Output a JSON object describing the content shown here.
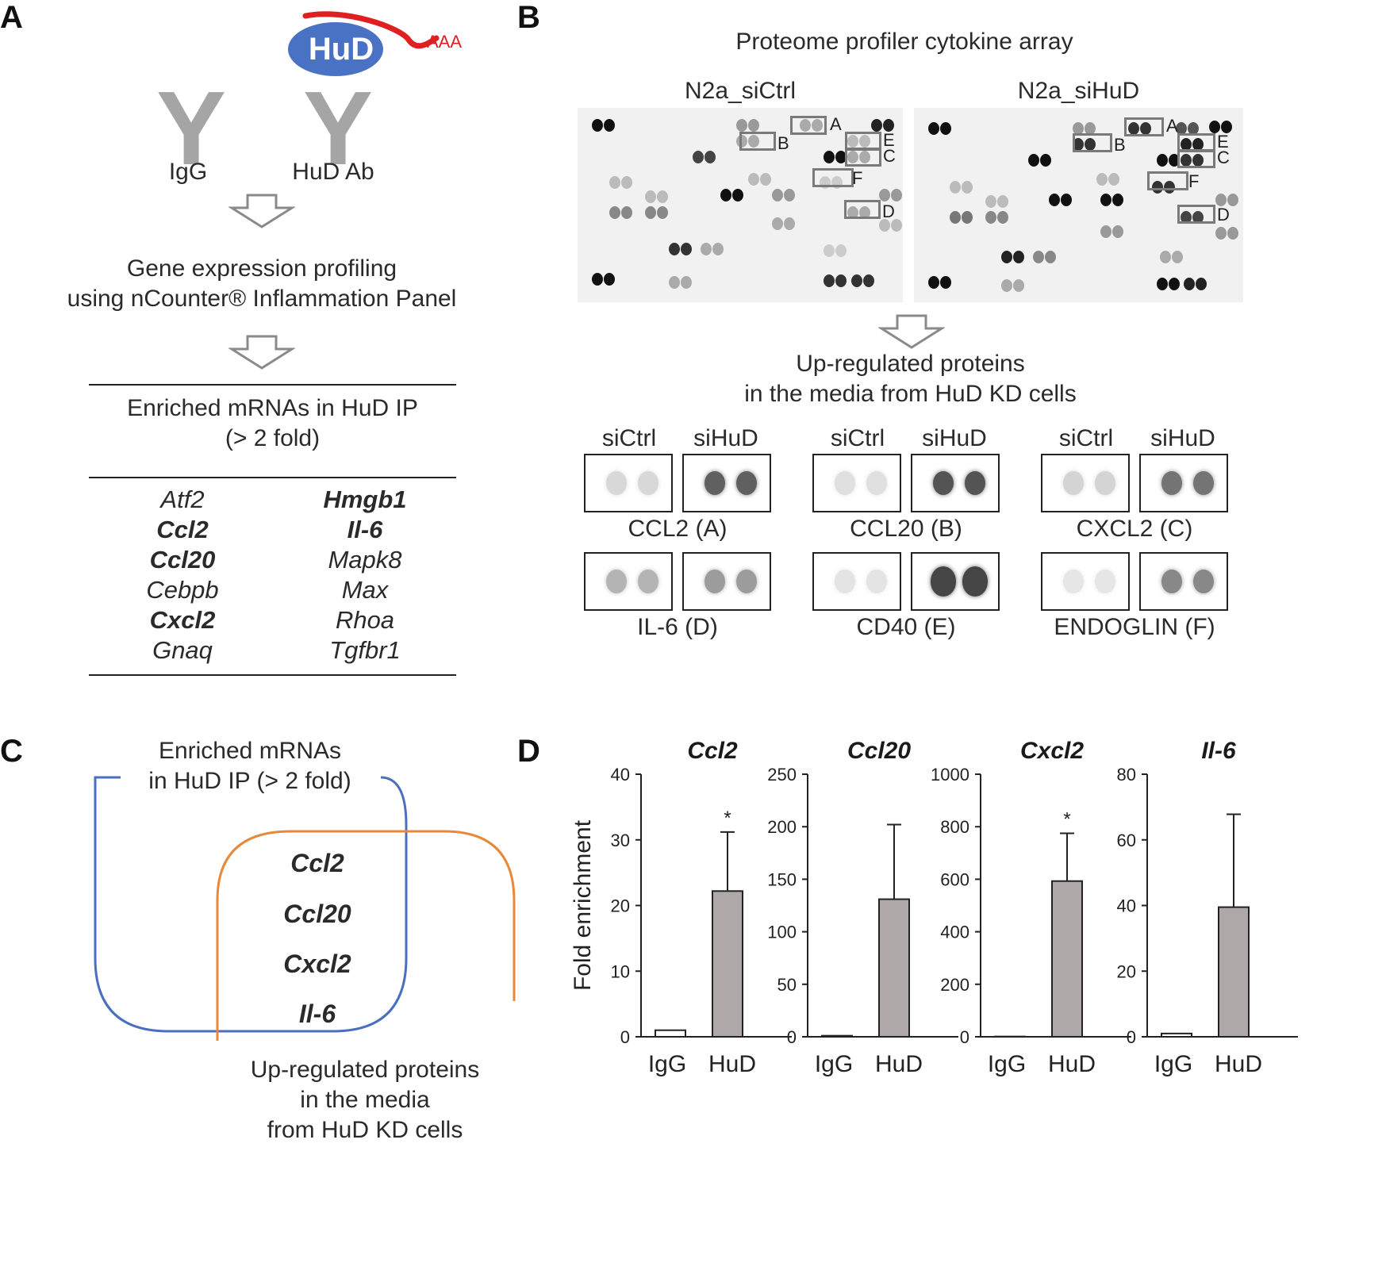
{
  "panel_labels": {
    "a": "A",
    "b": "B",
    "c": "C",
    "d": "D"
  },
  "panel_a": {
    "antigen_label": "HuD",
    "polya_label": "AAA",
    "antibodies": [
      "IgG",
      "HuD Ab"
    ],
    "step_profiling": [
      "Gene expression profiling",
      "using nCounter® Inflammation Panel"
    ],
    "table_header": [
      "Enriched mRNAs in HuD IP",
      "(> 2 fold)"
    ],
    "genes_left": [
      {
        "name": "Atf2",
        "bold": false
      },
      {
        "name": "Ccl2",
        "bold": true
      },
      {
        "name": "Ccl20",
        "bold": true
      },
      {
        "name": "Cebpb",
        "bold": false
      },
      {
        "name": "Cxcl2",
        "bold": true
      },
      {
        "name": "Gnaq",
        "bold": false
      }
    ],
    "genes_right": [
      {
        "name": "Hmgb1",
        "bold": true
      },
      {
        "name": "Il-6",
        "bold": true
      },
      {
        "name": "Mapk8",
        "bold": false
      },
      {
        "name": "Max",
        "bold": false
      },
      {
        "name": "Rhoa",
        "bold": false
      },
      {
        "name": "Tgfbr1",
        "bold": false
      }
    ]
  },
  "panel_b": {
    "title": "Proteome profiler cytokine array",
    "arrays": [
      "N2a_siCtrl",
      "N2a_siHuD"
    ],
    "markers": [
      "A",
      "B",
      "C",
      "D",
      "E",
      "F"
    ],
    "result_heading": [
      "Up-regulated proteins",
      "in the media from HuD KD cells"
    ],
    "condition_labels": [
      "siCtrl",
      "siHuD"
    ],
    "crops": [
      {
        "label": "CCL2 (A)",
        "ctrl": 0.12,
        "kd": 0.72
      },
      {
        "label": "CCL20 (B)",
        "ctrl": 0.08,
        "kd": 0.78
      },
      {
        "label": "CXCL2 (C)",
        "ctrl": 0.14,
        "kd": 0.62
      },
      {
        "label": "IL-6 (D)",
        "ctrl": 0.3,
        "kd": 0.42
      },
      {
        "label": "CD40  (E)",
        "ctrl": 0.06,
        "kd": 0.85
      },
      {
        "label": "ENDOGLIN (F)",
        "ctrl": 0.05,
        "kd": 0.52
      }
    ]
  },
  "panel_c": {
    "set1_label": [
      "Enriched mRNAs",
      "in HuD IP (> 2 fold)"
    ],
    "overlap_genes": [
      "Ccl2",
      "Ccl20",
      "Cxcl2",
      "Il-6"
    ],
    "set2_label": [
      "Up-regulated proteins",
      "in the media",
      "from HuD KD cells"
    ],
    "set1_color": "#4a6fbf",
    "set2_color": "#e8893a"
  },
  "chart_data": [
    {
      "type": "bar",
      "title": "Ccl2",
      "ylabel": "Fold enrichment",
      "categories": [
        "IgG",
        "HuD"
      ],
      "values": [
        1,
        22.2
      ],
      "errors": [
        0,
        9.0
      ],
      "ylim": [
        0,
        40
      ],
      "yticks": [
        "0",
        "10",
        "20",
        "30",
        "40"
      ],
      "significance": [
        "",
        "*"
      ]
    },
    {
      "type": "bar",
      "title": "Ccl20",
      "ylabel": "",
      "categories": [
        "IgG",
        "HuD"
      ],
      "values": [
        1,
        131
      ],
      "errors": [
        0,
        71
      ],
      "ylim": [
        0,
        250
      ],
      "yticks": [
        "0",
        "50",
        "100",
        "150",
        "200",
        "250"
      ],
      "significance": [
        "",
        ""
      ]
    },
    {
      "type": "bar",
      "title": "Cxcl2",
      "ylabel": "",
      "categories": [
        "IgG",
        "HuD"
      ],
      "values": [
        1,
        593
      ],
      "errors": [
        0,
        182
      ],
      "ylim": [
        0,
        1000
      ],
      "yticks": [
        "0",
        "200",
        "400",
        "600",
        "800",
        "1000"
      ],
      "significance": [
        "",
        "*"
      ]
    },
    {
      "type": "bar",
      "title": "Il-6",
      "ylabel": "",
      "categories": [
        "IgG",
        "HuD"
      ],
      "values": [
        1,
        39.5
      ],
      "errors": [
        0,
        28.3
      ],
      "ylim": [
        0,
        80
      ],
      "yticks": [
        "0",
        "20",
        "40",
        "60",
        "80"
      ],
      "significance": [
        "",
        ""
      ]
    }
  ],
  "colors": {
    "huD_blob": "#4a72c4",
    "rna": "#e02020",
    "antibody": "#a5a5a5",
    "bar_huD": "#aea8a8",
    "bar_igg": "#ffffff"
  }
}
